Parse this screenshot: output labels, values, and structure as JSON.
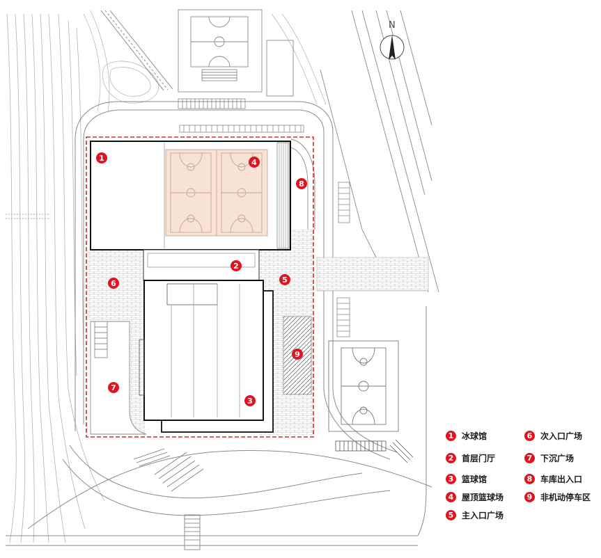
{
  "north": {
    "label": "N"
  },
  "colors": {
    "marker": "#e0141e",
    "boundary": "#d9262e",
    "linework": "#9a9a9a",
    "building": "#111111",
    "court_fill": "#f6e3d6",
    "court_lines": "#c9a58f"
  },
  "markers": [
    {
      "num": "1",
      "name": "冰球馆"
    },
    {
      "num": "2",
      "name": "首层门厅"
    },
    {
      "num": "3",
      "name": "篮球馆"
    },
    {
      "num": "4",
      "name": "屋顶篮球场"
    },
    {
      "num": "5",
      "name": "主入口广场"
    },
    {
      "num": "6",
      "name": "次入口广场"
    },
    {
      "num": "7",
      "name": "下沉广场"
    },
    {
      "num": "8",
      "name": "车库出入口"
    },
    {
      "num": "9",
      "name": "非机动停车区"
    }
  ]
}
